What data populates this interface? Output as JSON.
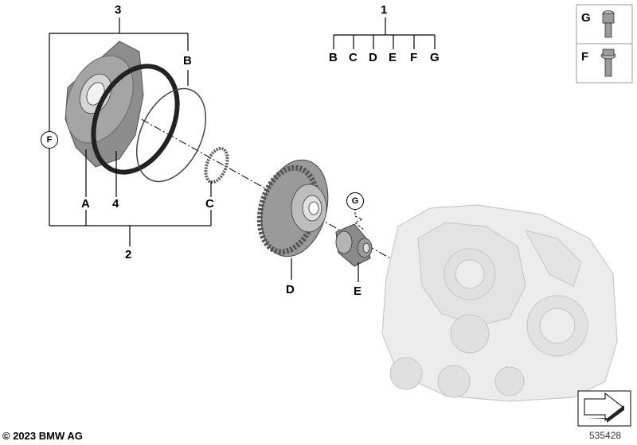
{
  "callouts": {
    "n1": "1",
    "n2": "2",
    "n3": "3",
    "n4": "4",
    "A": "A",
    "B": "B",
    "C": "C",
    "D": "D",
    "E": "E",
    "F": "F",
    "G": "G"
  },
  "bracket_1_labels": [
    "B",
    "C",
    "D",
    "E",
    "F",
    "G"
  ],
  "legend_box": {
    "row1": "G",
    "row2": "F"
  },
  "circled": {
    "F": "F",
    "G": "G"
  },
  "footer": {
    "copyright": "© 2023 BMW AG",
    "reference": "535428"
  }
}
